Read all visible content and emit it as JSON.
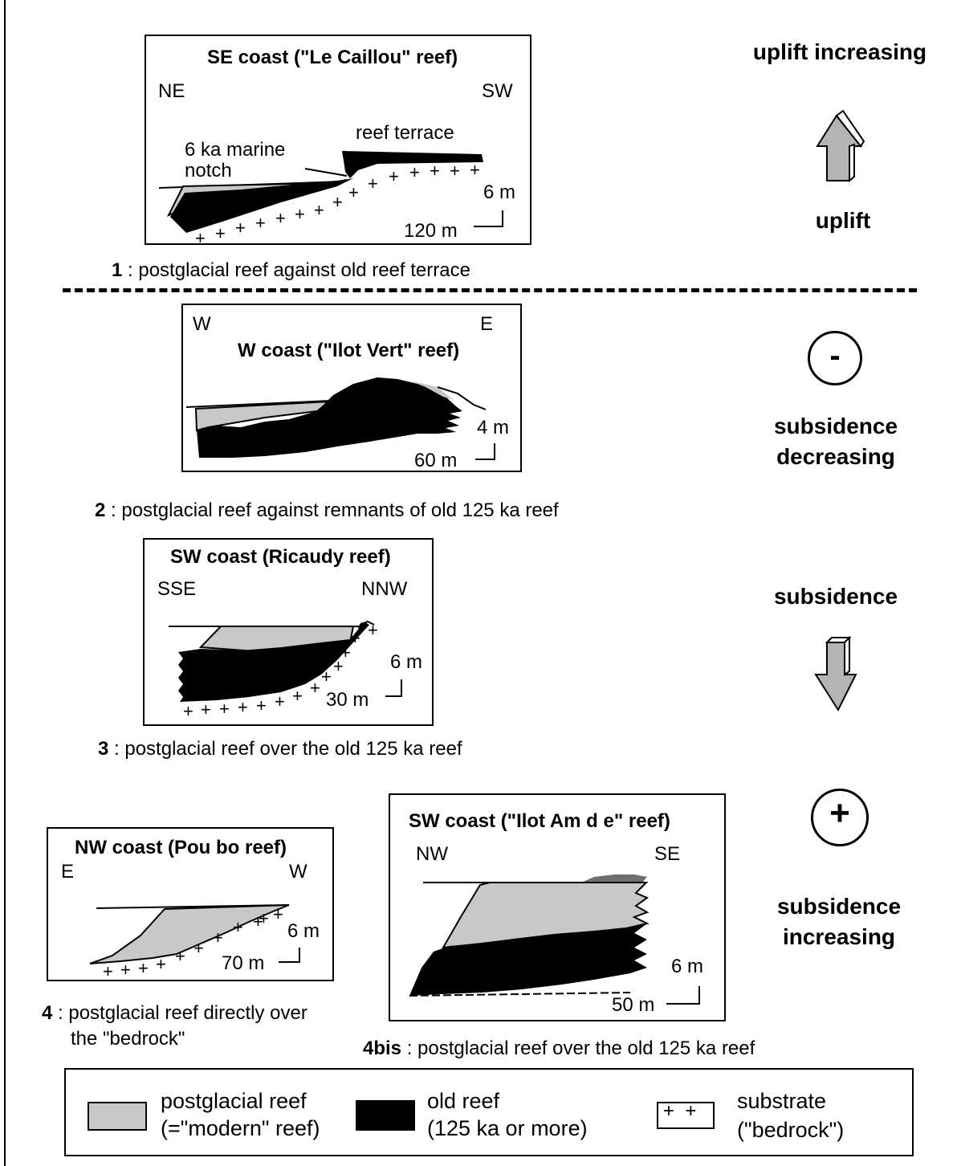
{
  "panel1": {
    "title": "SE coast (\"Le Caillou\" reef)",
    "dir_left": "NE",
    "dir_right": "SW",
    "label_notch_1": "6 ka marine",
    "label_notch_2": "notch",
    "label_terrace": "reef terrace",
    "scale_v": "6 m",
    "scale_h": "120 m",
    "caption_num": "1",
    "caption_text": " : postglacial reef against old reef terrace"
  },
  "panel2": {
    "title": "W coast (\"Ilot Vert\" reef)",
    "dir_left": "W",
    "dir_right": "E",
    "scale_v": "4 m",
    "scale_h": "60 m",
    "caption_num": "2",
    "caption_text": " : postglacial reef against remnants of old 125 ka reef"
  },
  "panel3": {
    "title": "SW coast (Ricaudy reef)",
    "dir_left": "SSE",
    "dir_right": "NNW",
    "scale_v": "6 m",
    "scale_h": "30 m",
    "caption_num": "3",
    "caption_text": " : postglacial reef over the old 125 ka reef"
  },
  "panel4": {
    "title": "NW coast (Pou bo reef)",
    "dir_left": "E",
    "dir_right": "W",
    "scale_v": "6 m",
    "scale_h": "70 m",
    "caption_num": "4",
    "caption_text_1": " : postglacial reef directly over",
    "caption_text_2": "the \"bedrock\""
  },
  "panel4bis": {
    "title": "SW coast (\"Ilot Am d e\" reef)",
    "dir_left": "NW",
    "dir_right": "SE",
    "scale_v": "6 m",
    "scale_h": "50 m",
    "caption_num": "4bis",
    "caption_text": " : postglacial reef over the old 125 ka reef"
  },
  "side": {
    "uplift_increasing": "uplift increasing",
    "uplift": "uplift",
    "minus_symbol": "-",
    "subsidence_decreasing_1": "subsidence",
    "subsidence_decreasing_2": "decreasing",
    "subsidence": "subsidence",
    "plus_symbol": "+",
    "subsidence_increasing_1": "subsidence",
    "subsidence_increasing_2": "increasing"
  },
  "legend": {
    "postglacial_1": "postglacial reef",
    "postglacial_2": "(=\"modern\" reef)",
    "old_1": "old reef",
    "old_2": "(125 ka or more)",
    "substrate_1": "substrate",
    "substrate_2": "(\"bedrock\")",
    "substrate_symbol": "+  +"
  },
  "colors": {
    "modern_reef": "#c8c8c8",
    "old_reef": "#000000",
    "arrow_fill": "#b4b4b4",
    "dark_cap": "#6e6e6e"
  }
}
